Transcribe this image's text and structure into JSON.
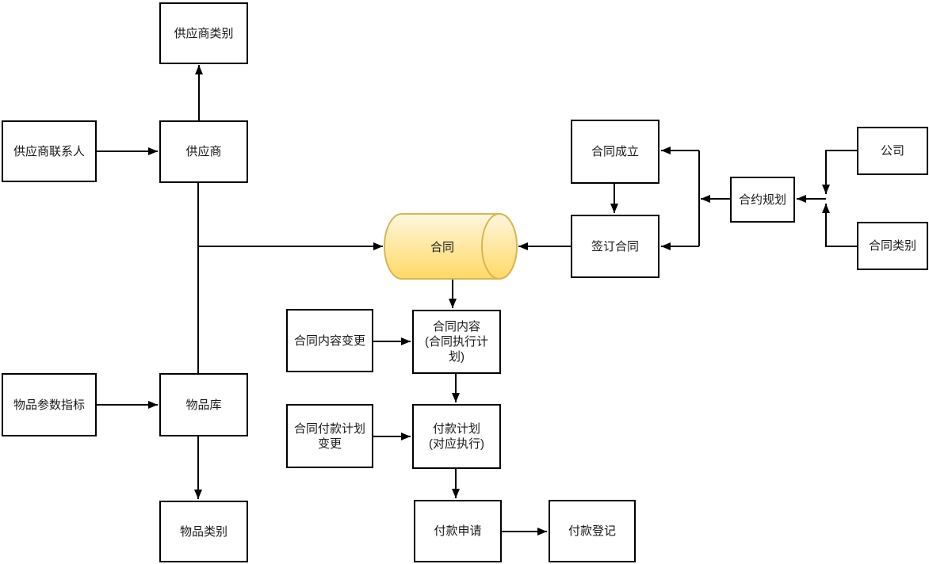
{
  "nodes": {
    "supplier_category": "供应商类别",
    "supplier_contact": "供应商联系人",
    "supplier": "供应商",
    "item_params": "物品参数指标",
    "item_store": "物品库",
    "item_category": "物品类别",
    "contract_db": "合同",
    "contract_established": "合同成立",
    "sign_contract": "签订合同",
    "contract_planning": "合约规划",
    "company": "公司",
    "contract_category": "合同类别",
    "contract_content_change": "合同内容变更",
    "contract_content": {
      "line1": "合同内容",
      "line2": "(合同执行计",
      "line3": "划)"
    },
    "payment_plan_change": {
      "line1": "合同付款计划",
      "line2": "变更"
    },
    "payment_plan": {
      "line1": "付款计划",
      "line2": "(对应执行)"
    },
    "payment_request": "付款申请",
    "payment_register": "付款登记"
  },
  "colors": {
    "background": "#ffffff",
    "node_fill": "#ffffff",
    "node_border": "#000000",
    "text": "#1a1a1a",
    "connector": "#000000",
    "cylinder_fill_light": "#fff6de",
    "cylinder_fill_dark": "#ffd966",
    "cylinder_stroke": "#d6b656"
  }
}
